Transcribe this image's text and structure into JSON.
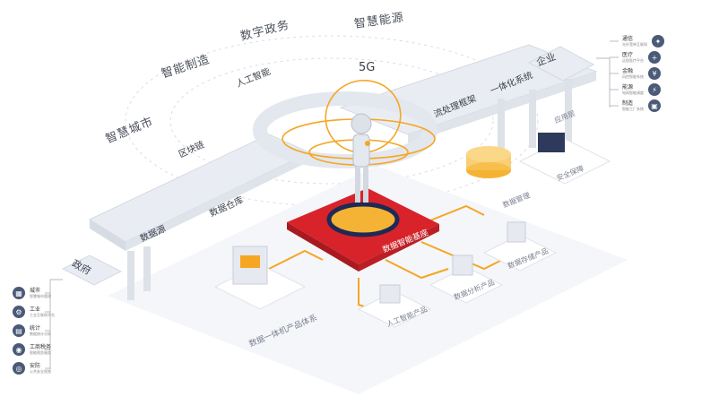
{
  "top_labels": {
    "smart_city": "智慧城市",
    "smart_mfg": "智能制造",
    "digital_gov": "数字政务",
    "smart_energy": "智慧能源"
  },
  "deck_left": {
    "data_source": "数据源",
    "data_warehouse": "数据仓库",
    "blockchain": "区块链",
    "ai": "人工智能"
  },
  "deck_right": {
    "fiveg": "5G",
    "stream": "流处理框架",
    "integrated": "一体化系统"
  },
  "side_labels": {
    "enterprise": "企业",
    "government": "政府"
  },
  "iso_labels": {
    "apply_layer": "应用层",
    "security": "安全保障",
    "data_mgmt": "数据管理",
    "data_storage": "数据存储产品",
    "data_analysis": "数据分析产品",
    "ai_product": "人工智能产品",
    "integrated_system": "数据一体机产品体系",
    "core_platform": "数据智能基座"
  },
  "right_list": [
    {
      "title": "通信",
      "sub": "光纤宽带互联网",
      "icon": "satellite-icon"
    },
    {
      "title": "医疗",
      "sub": "远程医疗平台",
      "icon": "medical-icon"
    },
    {
      "title": "金融",
      "sub": "风控智能系统",
      "icon": "finance-icon"
    },
    {
      "title": "能源",
      "sub": "电网智能调度",
      "icon": "energy-icon"
    },
    {
      "title": "制造",
      "sub": "智能工厂系统",
      "icon": "factory-icon"
    }
  ],
  "left_list": [
    {
      "title": "城市",
      "sub": "智慧城市管理",
      "icon": "city-icon"
    },
    {
      "title": "工业",
      "sub": "工业互联网平台",
      "icon": "industry-icon"
    },
    {
      "title": "统计",
      "sub": "数据统计分析",
      "icon": "chart-icon"
    },
    {
      "title": "工商税务",
      "sub": "智能税务服务",
      "icon": "tax-icon"
    },
    {
      "title": "安防",
      "sub": "公共安全视频",
      "icon": "security-icon"
    }
  ],
  "colors": {
    "accent": "#f5a623",
    "red": "#d8232a",
    "slate": "#4a5a78",
    "deck": "#eef1f6"
  }
}
